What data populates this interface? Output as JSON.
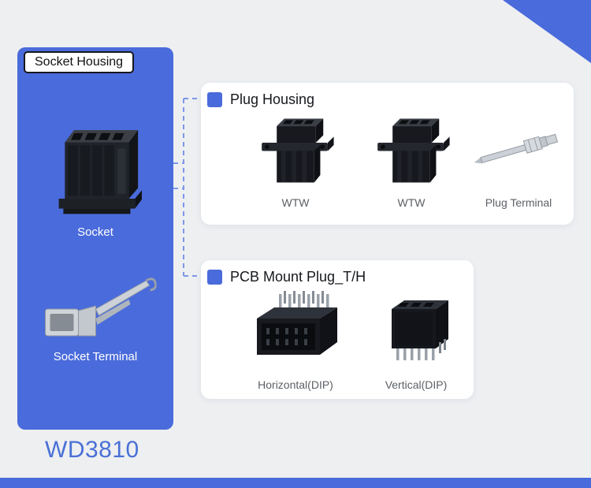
{
  "colors": {
    "accent": "#4a6bdb",
    "background": "#edeff1",
    "card_background": "#ffffff",
    "dashed_line": "#7d97e8",
    "muted_label": "#5c6065"
  },
  "icons": {
    "bullet_square": "filled-blue-square",
    "corner_decoration": "blue-corner-triangle"
  },
  "left_panel": {
    "tag": "Socket Housing",
    "socket_label": "Socket",
    "terminal_label": "Socket Terminal"
  },
  "model_number": "WD3810",
  "cards": [
    {
      "title": "Plug Housing",
      "items": [
        {
          "label": "WTW"
        },
        {
          "label": "WTW"
        },
        {
          "label": "Plug Terminal"
        }
      ]
    },
    {
      "title": "PCB Mount Plug_T/H",
      "items": [
        {
          "label": "Horizontal(DIP)"
        },
        {
          "label": "Vertical(DIP)"
        }
      ]
    }
  ]
}
